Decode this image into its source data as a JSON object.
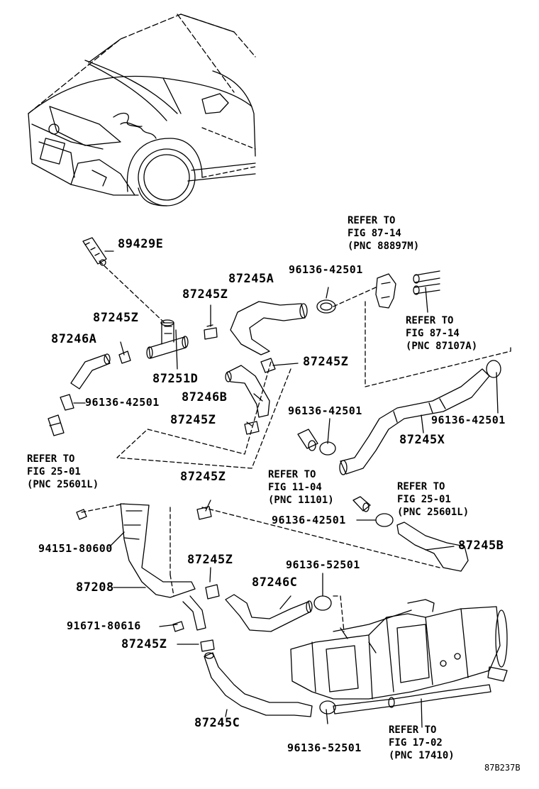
{
  "parts": {
    "p89429E": "89429E",
    "p87245A": "87245A",
    "p87245Z_1": "87245Z",
    "p87245Z_2": "87245Z",
    "p87245Z_3": "87245Z",
    "p87245Z_4": "87245Z",
    "p87245Z_5": "87245Z",
    "p87245Z_6": "87245Z",
    "p87245Z_7": "87245Z",
    "p87246A": "87246A",
    "p87251D": "87251D",
    "p87246B": "87246B",
    "p87245X": "87245X",
    "p87245B": "87245B",
    "p87208": "87208",
    "p87246C": "87246C",
    "p87245C": "87245C",
    "c42501_1": "96136-42501",
    "c42501_2": "96136-42501",
    "c42501_3": "96136-42501",
    "c42501_4": "96136-42501",
    "c42501_5": "96136-42501",
    "c52501_1": "96136-52501",
    "c52501_2": "96136-52501",
    "b94151": "94151-80600",
    "b91671": "91671-80616",
    "diagram_code": "87B237B"
  },
  "refs": {
    "r1": [
      "REFER TO",
      "FIG 87-14",
      "(PNC 88897M)"
    ],
    "r2": [
      "REFER TO",
      "FIG 87-14",
      "(PNC 87107A)"
    ],
    "r3": [
      "REFER TO",
      "FIG 25-01",
      "(PNC 25601L)"
    ],
    "r4": [
      "REFER TO",
      "FIG 11-04",
      "(PNC 11101)"
    ],
    "r5": [
      "REFER TO",
      "FIG 25-01",
      "(PNC 25601L)"
    ],
    "r6": [
      "REFER TO",
      "FIG 17-02",
      "(PNC 17410)"
    ]
  }
}
